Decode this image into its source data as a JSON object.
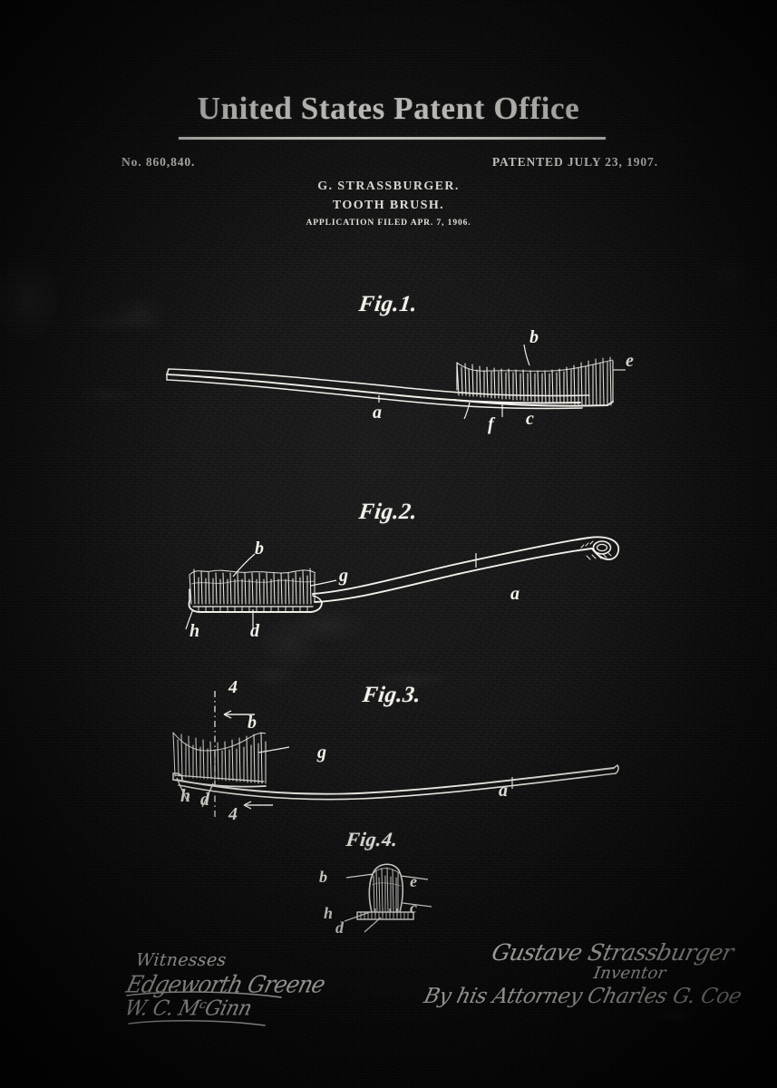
{
  "document": {
    "office_title": "United States Patent Office",
    "patent_number": "No. 860,840.",
    "patented_date": "PATENTED JULY 23, 1907.",
    "inventor_header": "G. STRASSBURGER.",
    "subject": "TOOTH BRUSH.",
    "application_filed": "APPLICATION FILED APR. 7, 1906."
  },
  "figures": [
    {
      "caption": "Fig.1.",
      "view": "side elevation of tooth brush",
      "refs": [
        "b",
        "e",
        "a",
        "f",
        "c"
      ]
    },
    {
      "caption": "Fig.2.",
      "view": "plan view of tooth brush",
      "refs": [
        "b",
        "g",
        "a",
        "h",
        "d"
      ]
    },
    {
      "caption": "Fig.3.",
      "view": "side elevation with section line 4-4",
      "refs": [
        "4",
        "b",
        "g",
        "a",
        "h",
        "d",
        "4"
      ]
    },
    {
      "caption": "Fig.4.",
      "view": "transverse section through brush head",
      "refs": [
        "b",
        "e",
        "c",
        "h",
        "d"
      ]
    }
  ],
  "fig1_labels": {
    "caption": "Fig.1.",
    "b": "b",
    "e": "e",
    "a": "a",
    "f": "f",
    "c": "c"
  },
  "fig2_labels": {
    "caption": "Fig.2.",
    "b": "b",
    "g": "g",
    "a": "a",
    "h": "h",
    "d": "d"
  },
  "fig3_labels": {
    "caption": "Fig.3.",
    "section_top": "4",
    "section_bottom": "4",
    "b": "b",
    "g": "g",
    "a": "a",
    "h": "h",
    "d": "d"
  },
  "fig4_labels": {
    "caption": "Fig.4.",
    "b": "b",
    "e": "e",
    "c": "c",
    "h": "h",
    "d": "d"
  },
  "signatures": {
    "witnesses_label": "Witnesses",
    "witness_1": "Edgeworth Greene",
    "witness_2": "W. C. MᶜGinn",
    "inventor_name": "Gustave Strassburger",
    "inventor_role": "Inventor",
    "attorney_line": "By his Attorney Charles G. Coe"
  },
  "colors": {
    "ink": "#f2efe9",
    "background": "#0a0a0a"
  }
}
